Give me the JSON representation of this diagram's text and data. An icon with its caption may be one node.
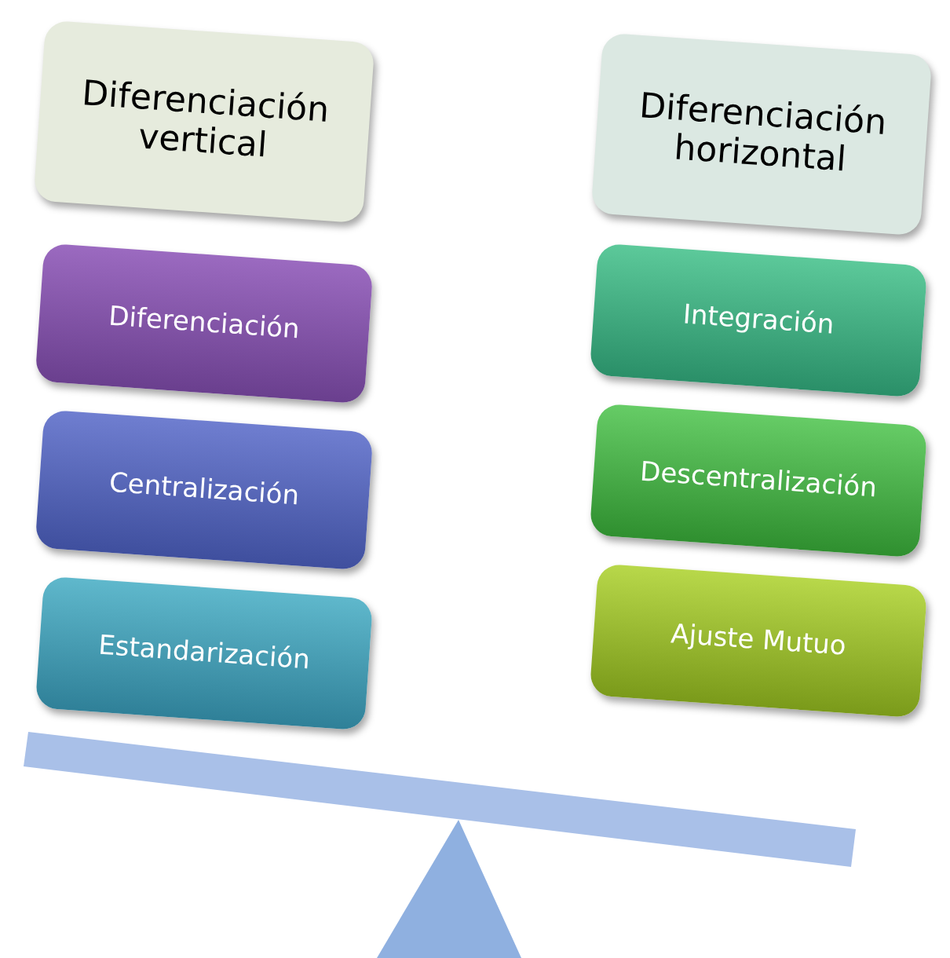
{
  "diagram": {
    "nodes": [
      {
        "text": [
          "Diferenciación vertical"
        ]
      },
      {
        "text": [
          "Diferenciación"
        ]
      },
      {
        "text": [
          "Centralización"
        ]
      },
      {
        "text": [
          "Estandarización"
        ]
      },
      {
        "text": [
          "Diferenciación horizontal"
        ]
      },
      {
        "text": [
          "Integración"
        ]
      },
      {
        "text": [
          "Descentralización"
        ]
      },
      {
        "text": [
          "Ajuste Mutuo"
        ]
      }
    ]
  }
}
